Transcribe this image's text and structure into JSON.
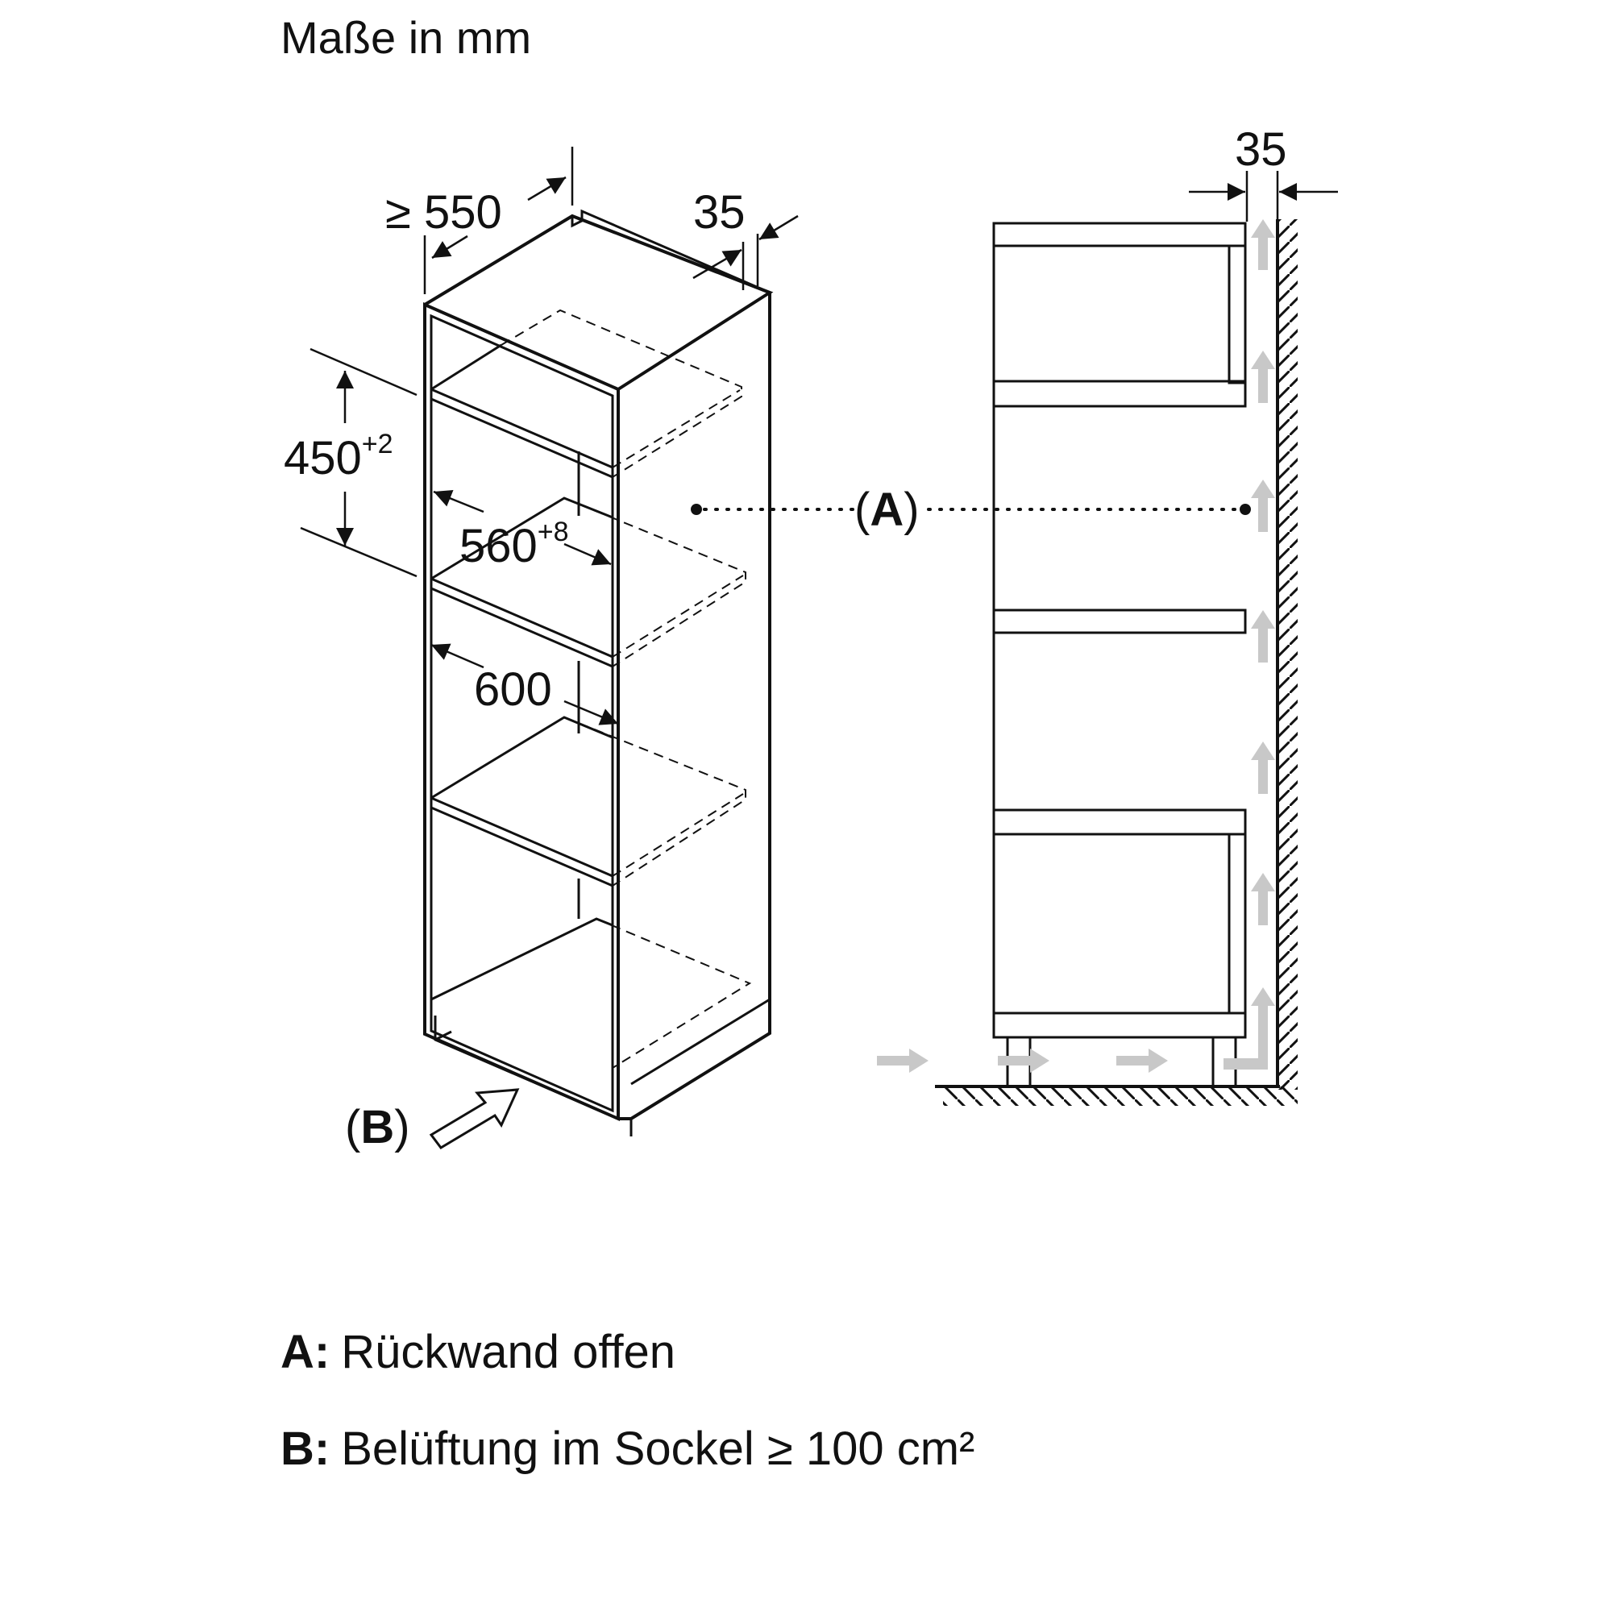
{
  "title": "Maße in mm",
  "dimensions": {
    "depth_min": "≥ 550",
    "gap_back_left": "35",
    "gap_back_right": "35",
    "niche_height": "450",
    "niche_height_tol": "+2",
    "niche_width": "560",
    "niche_width_tol": "+8",
    "cabinet_width": "600"
  },
  "markers": {
    "a_label": "A",
    "b_label": "B"
  },
  "legend": [
    {
      "key": "A:",
      "text": "Rückwand offen"
    },
    {
      "key": "B:",
      "text": "Belüftung im Sockel ≥ 100 cm²"
    }
  ],
  "colors": {
    "line": "#111111",
    "airflow": "#c8c8c8",
    "background": "#ffffff"
  }
}
